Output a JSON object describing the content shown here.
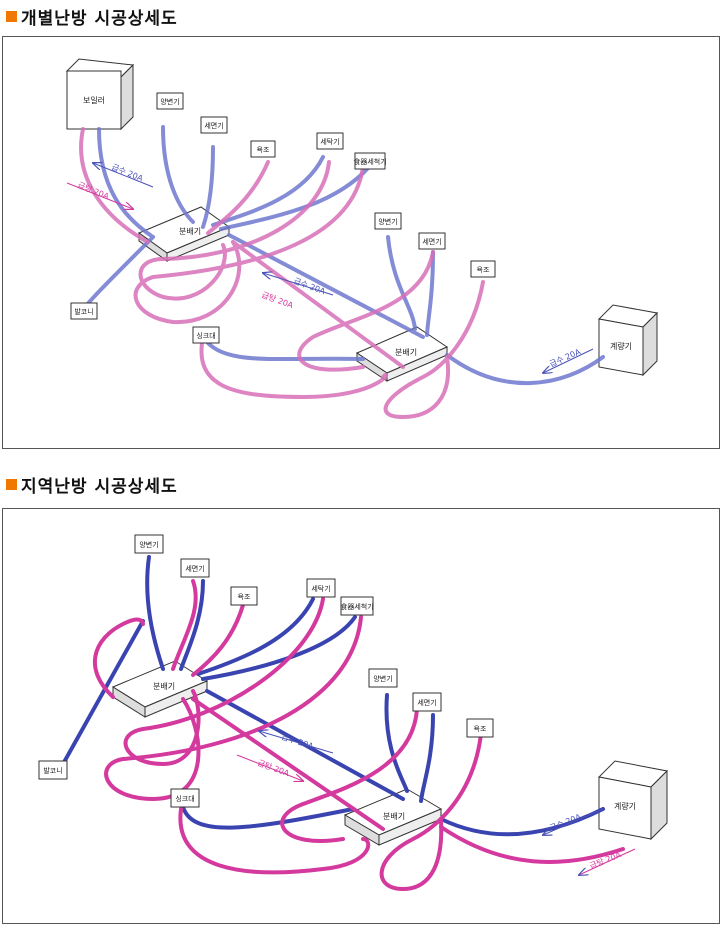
{
  "colors": {
    "accent": "#f07800",
    "cold": "#4a52b8",
    "hot": "#d4399e",
    "outline": "#333333"
  },
  "sections": [
    {
      "title": "개별난방 시공상세도",
      "source_unit": "보일러",
      "manifold_label": "분배기",
      "labels": {
        "toilet1": "양변기",
        "sink1": "세면기",
        "bath1": "욕조",
        "washer": "세탁기",
        "dishwasher": "食器세척기",
        "toilet2": "양변기",
        "sink2": "세면기",
        "bath2": "욕조",
        "balcony": "발코니",
        "kitchen": "싱크대",
        "meter": "계량기",
        "cold_pipe": "급수 20A",
        "hot_pipe": "급탕 20A"
      }
    },
    {
      "title": "지역난방 시공상세도",
      "manifold_label": "분배기",
      "labels": {
        "toilet1": "양변기",
        "sink1": "세면기",
        "bath1": "욕조",
        "washer": "세탁기",
        "dishwasher": "食器세척기",
        "toilet2": "양변기",
        "sink2": "세면기",
        "bath2": "욕조",
        "balcony": "발코니",
        "kitchen": "싱크대",
        "meter": "계량기",
        "cold_pipe": "급수 20A",
        "hot_pipe": "급탕 20A"
      }
    }
  ]
}
